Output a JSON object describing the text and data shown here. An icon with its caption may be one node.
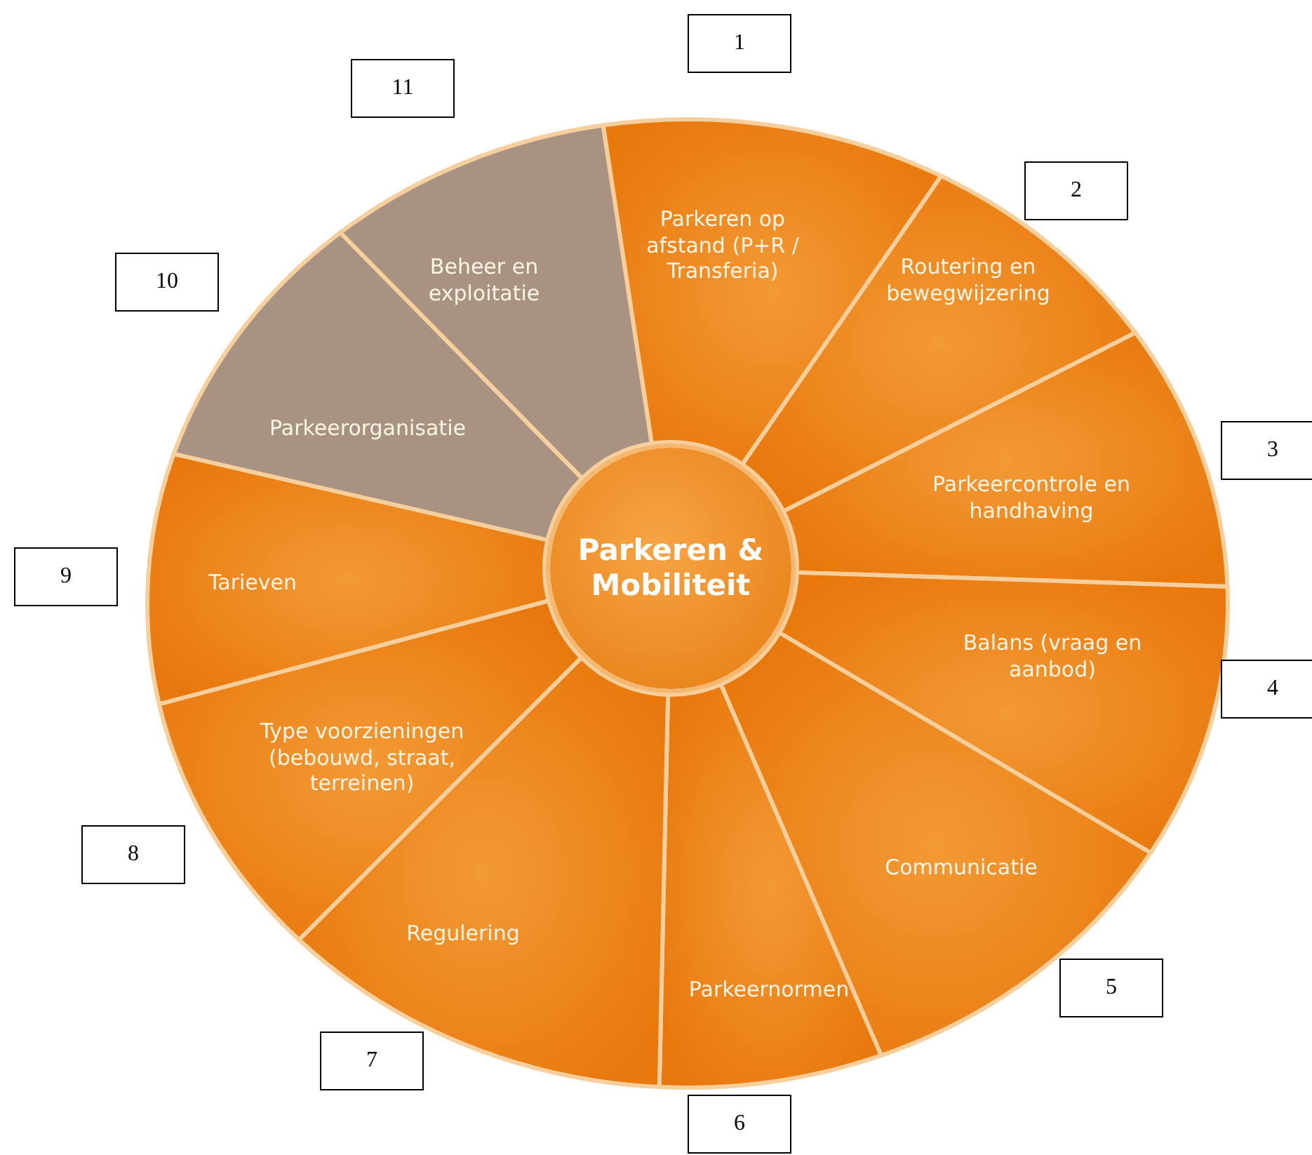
{
  "diagram": {
    "nodes": [
      {
        "text": [
          "Parkeren & Mobiliteit"
        ]
      },
      {
        "text": [
          "Parkeren op afstand (P+R / Transferia)"
        ]
      },
      {
        "text": [
          "Routering en bewegwijzering"
        ]
      },
      {
        "text": [
          "Parkeercontrole en handhaving"
        ]
      },
      {
        "text": [
          "Balans (vraag en aanbod)"
        ]
      },
      {
        "text": [
          "Communicatie"
        ]
      },
      {
        "text": [
          "Parkeernormen"
        ]
      },
      {
        "text": [
          "Regulering"
        ]
      },
      {
        "text": [
          "Type voorzieningen (bebouwd, straat, terreinen)"
        ]
      },
      {
        "text": [
          "Tarieven"
        ]
      },
      {
        "text": [
          "Parkeerorganisatie"
        ]
      },
      {
        "text": [
          "Beheer en exploitatie"
        ]
      },
      {
        "text": [
          "1"
        ]
      },
      {
        "text": [
          "2"
        ]
      },
      {
        "text": [
          "3"
        ]
      },
      {
        "text": [
          "4"
        ]
      },
      {
        "text": [
          "5"
        ]
      },
      {
        "text": [
          "6"
        ]
      },
      {
        "text": [
          "7"
        ]
      },
      {
        "text": [
          "8"
        ]
      },
      {
        "text": [
          "9"
        ]
      },
      {
        "text": [
          "10"
        ]
      },
      {
        "text": [
          "11"
        ]
      }
    ],
    "edges": []
  }
}
